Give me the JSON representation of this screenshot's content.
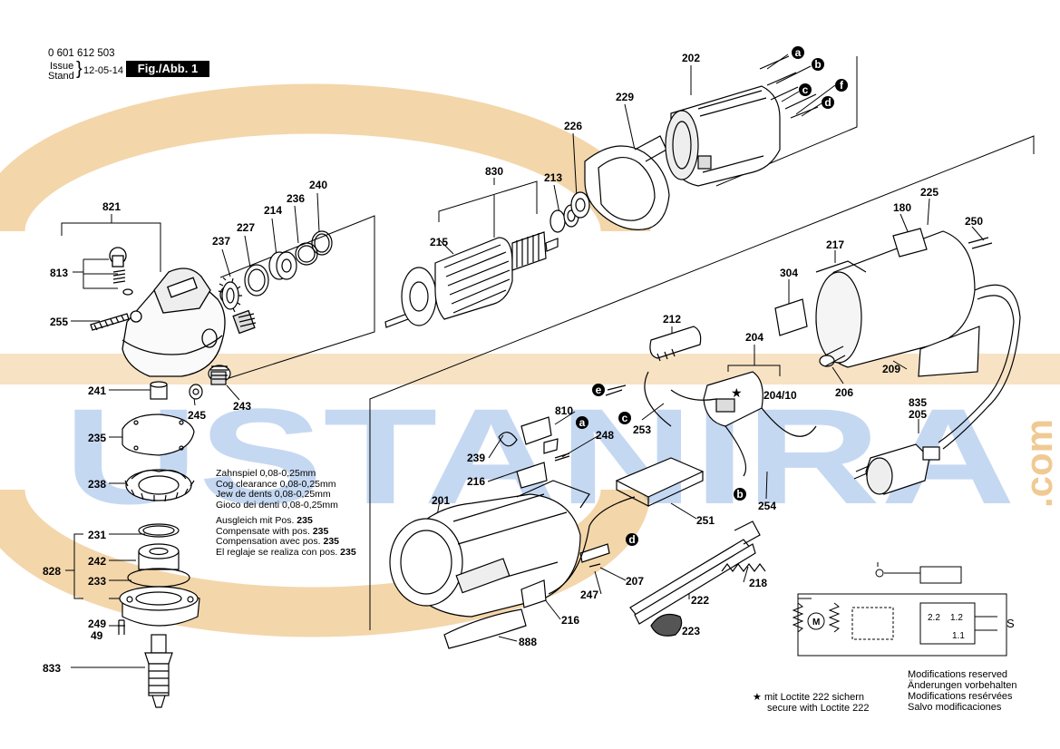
{
  "header": {
    "number": "0 601 612 503",
    "issue_label": "Issue",
    "stand_label": "Stand",
    "date": "12-05-14",
    "fig_label": "Fig./Abb. 1"
  },
  "watermark": {
    "text": "USTANIRA",
    "suffix": ".com",
    "color": "#e7a43c",
    "text_color": "#2a6cc7"
  },
  "parts": {
    "p821": "821",
    "p813": "813",
    "p255": "255",
    "p241": "241",
    "p235": "235",
    "p238": "238",
    "p231": "231",
    "p828": "828",
    "p242": "242",
    "p233": "233",
    "p249": "249",
    "p49": "49",
    "p833": "833",
    "p237": "237",
    "p227": "227",
    "p214": "214",
    "p236": "236",
    "p240": "240",
    "p245": "245",
    "p243": "243",
    "p830": "830",
    "p215": "215",
    "p213": "213",
    "p226": "226",
    "p229": "229",
    "p202": "202",
    "p212": "212",
    "p204": "204",
    "p204_10": "204/10",
    "p206": "206",
    "p209": "209",
    "p217": "217",
    "p304": "304",
    "p180": "180",
    "p225": "225",
    "p250": "250",
    "p835": "835",
    "p205": "205",
    "p810": "810",
    "p248": "248",
    "p239": "239",
    "p216a": "216",
    "p253": "253",
    "p254": "254",
    "p201": "201",
    "p251": "251",
    "p207": "207",
    "p247": "247",
    "p216b": "216",
    "p222": "222",
    "p218": "218",
    "p223": "223",
    "p888": "888"
  },
  "wire_tags": {
    "a_top": "a",
    "b_top": "b",
    "c_top": "c",
    "f_top": "f",
    "d_top": "d",
    "e_mid": "e",
    "c_mid": "c",
    "a_mid": "a",
    "b_mid": "b",
    "d_low": "d"
  },
  "backlash_note": {
    "line1": "Zahnspiel 0,08-0,25mm",
    "line2": "Cog clearance 0,08-0,25mm",
    "line3": "Jew de dents 0,08-0,25mm",
    "line4": "Gioco dei denti 0,08-0,25mm",
    "de_prefix": "Ausgleich mit Pos. ",
    "en_prefix": "Compensate with pos. ",
    "fr_prefix": "Compensation avec pos. ",
    "es_prefix": "El reglaje se realiza con pos. ",
    "ref": "235"
  },
  "schematic": {
    "m_label": "M",
    "c22": "2.2",
    "c12": "1.2",
    "c11": "1.1",
    "s_label": "S"
  },
  "loctite": {
    "star": "★",
    "line1": "mit Loctite 222 sichern",
    "line2": "secure with Loctite 222"
  },
  "modifications": {
    "line1": "Modifications reserved",
    "line2": "Änderungen vorbehalten",
    "line3": "Modifications resérvées",
    "line4": "Salvo modificaciones"
  }
}
